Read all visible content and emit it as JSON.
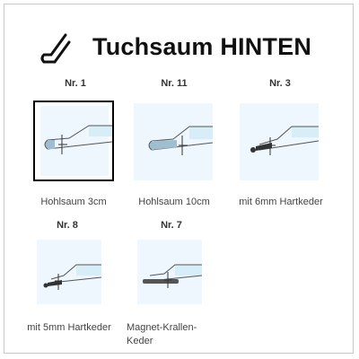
{
  "header": {
    "title": "Tuchsaum HINTEN",
    "icon": "hem-fold-icon"
  },
  "options": [
    {
      "number": "Nr. 1",
      "label": "Hohlsaum 3cm",
      "selected": true,
      "icon": "hollow-hem-icon"
    },
    {
      "number": "Nr. 11",
      "label": "Hohlsaum 10cm",
      "selected": false,
      "icon": "hollow-hem-long-icon"
    },
    {
      "number": "Nr. 3",
      "label": "mit 6mm Hartkeder",
      "selected": false,
      "icon": "hard-piping-6mm-icon"
    },
    {
      "number": "Nr. 8",
      "label": "mit 5mm Hartkeder",
      "selected": false,
      "icon": "hard-piping-5mm-icon"
    },
    {
      "number": "Nr. 7",
      "label": "Magnet-Krallen-Keder",
      "selected": false,
      "icon": "magnet-claw-piping-icon"
    }
  ],
  "colors": {
    "fabric_fill": "#d7eef9",
    "panel_bg": "#eef7fd",
    "selected_border": "#000000",
    "dark_part": "#333333"
  }
}
